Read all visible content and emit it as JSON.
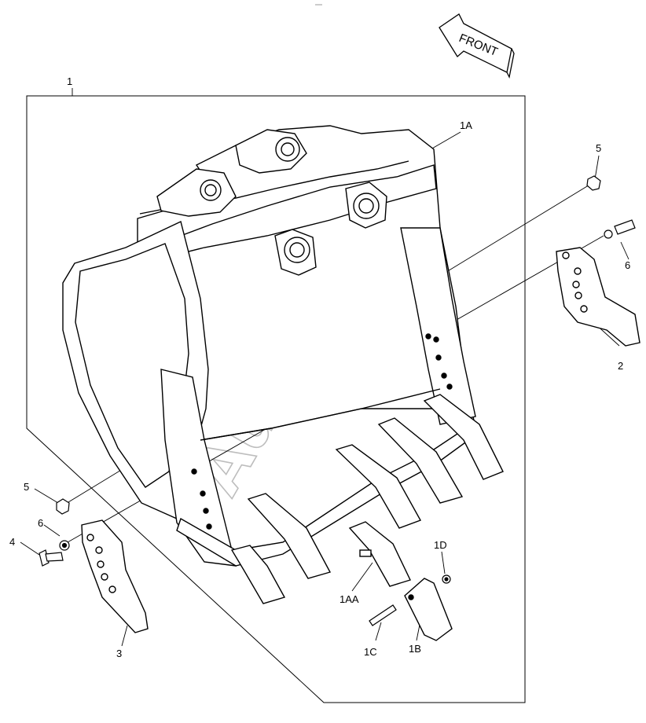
{
  "diagram": {
    "front_label": "FRONT",
    "watermark": "AutoSoft",
    "callouts": [
      {
        "id": "c1",
        "text": "1"
      },
      {
        "id": "c1A",
        "text": "1A"
      },
      {
        "id": "c5a",
        "text": "5"
      },
      {
        "id": "c6a",
        "text": "6"
      },
      {
        "id": "c2",
        "text": "2"
      },
      {
        "id": "c5b",
        "text": "5"
      },
      {
        "id": "c6b",
        "text": "6"
      },
      {
        "id": "c4",
        "text": "4"
      },
      {
        "id": "c3",
        "text": "3"
      },
      {
        "id": "c1AA",
        "text": "1AA"
      },
      {
        "id": "c1D",
        "text": "1D"
      },
      {
        "id": "c1C",
        "text": "1C"
      },
      {
        "id": "c1B",
        "text": "1B"
      }
    ]
  }
}
